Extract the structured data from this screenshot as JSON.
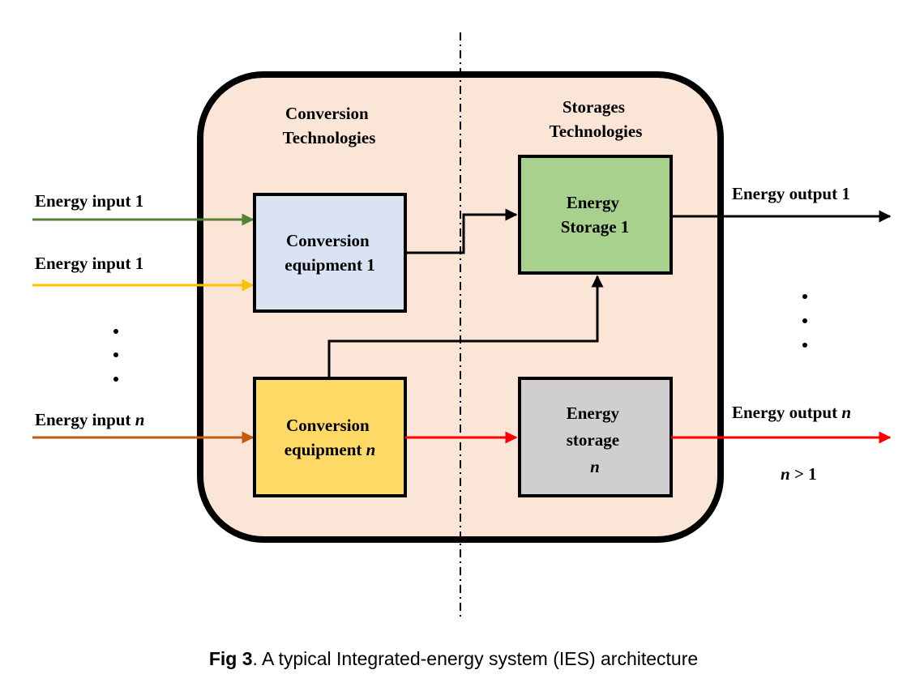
{
  "sections": {
    "conversion_title": [
      "Conversion",
      "Technologies"
    ],
    "storage_title": [
      "Storages",
      "Technologies"
    ]
  },
  "inputs": [
    {
      "label": "Energy input 1",
      "color": "#548235"
    },
    {
      "label": "Energy input 1",
      "color": "#ffc000"
    },
    {
      "label": "Energy input ",
      "italic_suffix": "n",
      "color": "#c55a11"
    }
  ],
  "boxes": {
    "conversion_1": {
      "lines": [
        "Conversion",
        "equipment  1"
      ],
      "fill": "#dae3f3"
    },
    "conversion_n": {
      "lines": [
        "Conversion",
        "equipment "
      ],
      "italic_suffix": "n",
      "fill": "#ffd966"
    },
    "storage_1": {
      "lines": [
        "Energy",
        "Storage 1"
      ],
      "fill": "#a9d18e"
    },
    "storage_n": {
      "lines": [
        "Energy",
        "storage",
        "n"
      ],
      "fill": "#d0cece"
    }
  },
  "outputs": [
    {
      "label": "Energy output 1",
      "color": "#000000"
    },
    {
      "label": "Energy output ",
      "italic_suffix": "n",
      "color": "#ff0000"
    }
  ],
  "condition": {
    "var": "n",
    "rest": " > 1"
  },
  "colors": {
    "container_fill": "#fbe5d6",
    "container_stroke": "#000000",
    "link_red": "#ff0000",
    "link_black": "#000000"
  },
  "caption": {
    "label": "Fig 3",
    "text": ". A typical Integrated-energy system (IES) architecture"
  }
}
